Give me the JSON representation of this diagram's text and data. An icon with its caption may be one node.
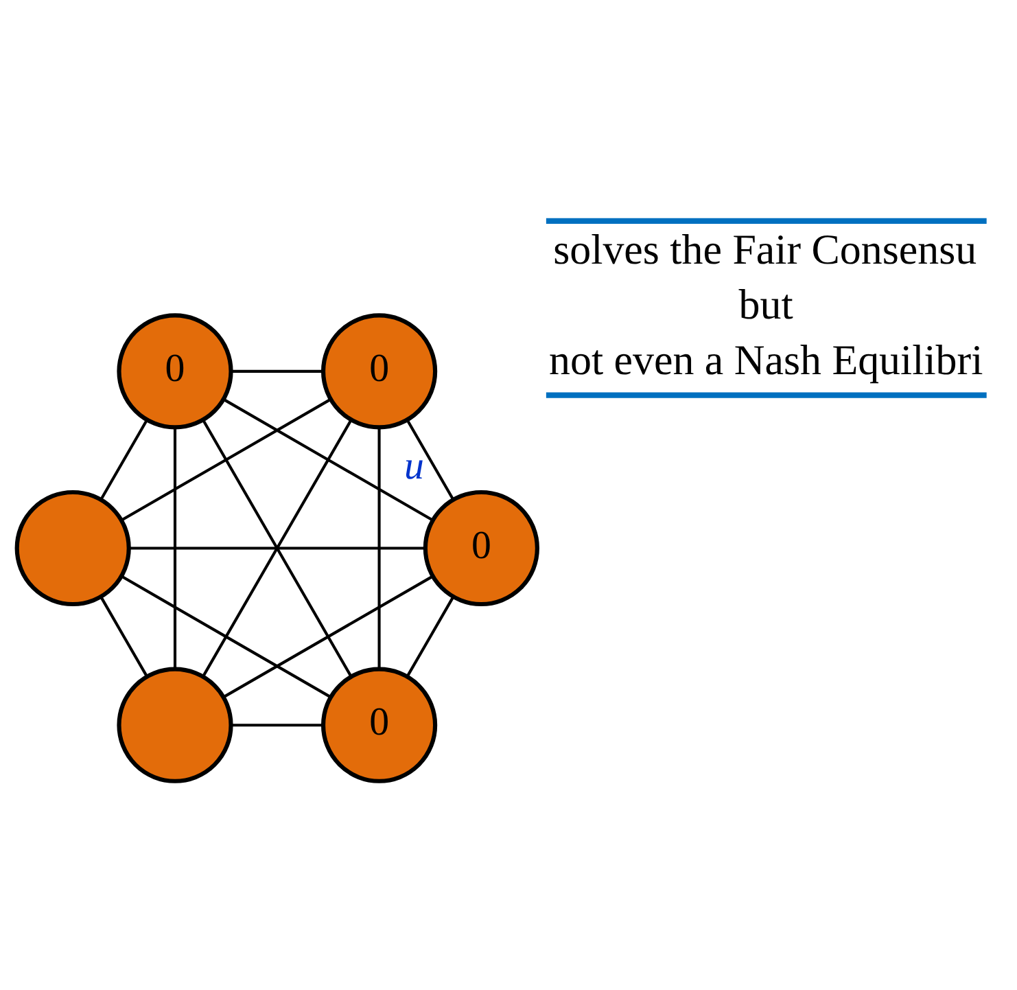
{
  "diagram": {
    "nodes": [
      {
        "text": [
          "0"
        ]
      },
      {
        "text": [
          "0"
        ],
        "beside": [
          "u"
        ]
      },
      {
        "text": [],
        "shape": "circle"
      },
      {
        "text": [],
        "shape": "circle"
      },
      {
        "text": [
          "0"
        ]
      },
      {
        "text": [
          "0"
        ]
      }
    ],
    "edges": [
      {
        "from": 0,
        "to": 1,
        "arrow": "none"
      },
      {
        "from": 0,
        "to": 2,
        "arrow": "none"
      },
      {
        "from": 0,
        "to": 3,
        "arrow": "none"
      },
      {
        "from": 0,
        "to": 4,
        "arrow": "none"
      },
      {
        "from": 0,
        "to": 5,
        "arrow": "none"
      },
      {
        "from": 1,
        "to": 2,
        "arrow": "none"
      },
      {
        "from": 1,
        "to": 3,
        "arrow": "none"
      },
      {
        "from": 1,
        "to": 4,
        "arrow": "none"
      },
      {
        "from": 1,
        "to": 5,
        "arrow": "none"
      },
      {
        "from": 2,
        "to": 3,
        "arrow": "none"
      },
      {
        "from": 2,
        "to": 4,
        "arrow": "none"
      },
      {
        "from": 2,
        "to": 5,
        "arrow": "none"
      },
      {
        "from": 3,
        "to": 4,
        "arrow": "none"
      },
      {
        "from": 3,
        "to": 5,
        "arrow": "none"
      },
      {
        "from": 4,
        "to": 5,
        "arrow": "none"
      }
    ],
    "labels": [
      "solves the Fair Consensu",
      "but",
      "not even a Nash Equilibri"
    ]
  }
}
